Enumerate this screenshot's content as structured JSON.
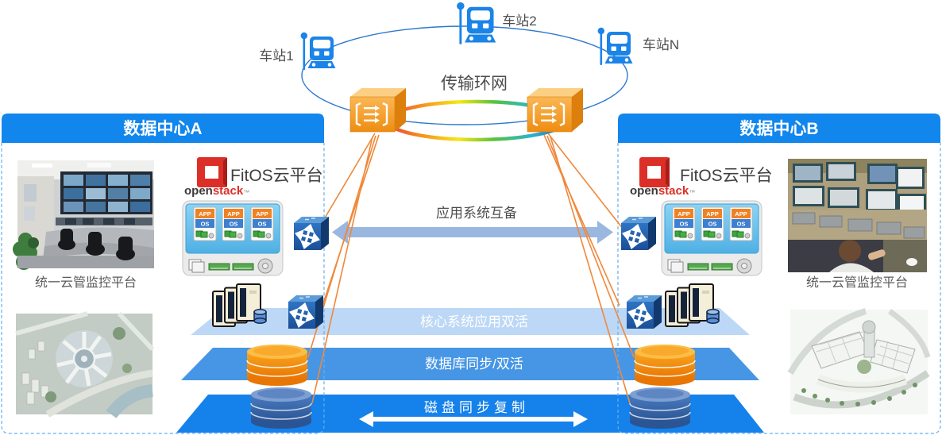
{
  "ring": {
    "label": "传输环网",
    "stations": [
      {
        "label": "车站1"
      },
      {
        "label": "车站2"
      },
      {
        "label": "车站N"
      }
    ]
  },
  "flows": {
    "app_mutual_backup": "应用系统互备",
    "core_dual_active": "核心系统应用双活",
    "db_sync_dual_active": "数据库同步/双活",
    "disk_sync_replication": "磁盘同步复制"
  },
  "datacenter_a": {
    "title": "数据中心A",
    "monitor_label": "统一云管监控平台",
    "cloud_platform": "FitOS云平台"
  },
  "datacenter_b": {
    "title": "数据中心B",
    "monitor_label": "统一云管监控平台",
    "cloud_platform": "FitOS云平台"
  },
  "openstack": {
    "open": "open",
    "stack": "stack",
    "tm": "™"
  },
  "vm": {
    "app": "APP",
    "os": "OS"
  },
  "colors": {
    "header_blue": "#1186ec",
    "band_light": "#bdd8f6",
    "band_medium": "#4796e5",
    "band_bright": "#1581ea",
    "arrow_steel_blue": "#9ab7e0",
    "fan_line_orange": "#f0883a",
    "device_orange": "#f5a623",
    "db_orange": "#f08c00",
    "db_blue": "#3b66a8",
    "ring_blue": "#2e79cc",
    "train_blue": "#1b84e8",
    "text_gray": "#4d4d4d"
  }
}
